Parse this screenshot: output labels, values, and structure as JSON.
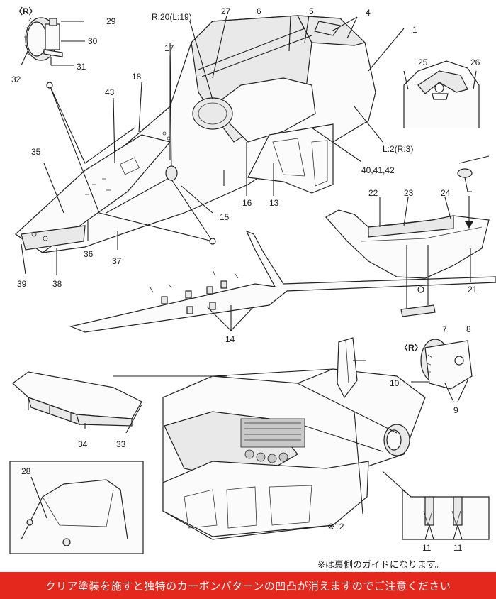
{
  "labels": {
    "r_top": "〈R〉",
    "r_right": "〈R〉",
    "n1": "1",
    "n4": "4",
    "n5": "5",
    "n6": "6",
    "n7": "7",
    "n8": "8",
    "n9": "9",
    "n10": "10",
    "n11a": "11",
    "n11b": "11",
    "n12": "※12",
    "n13": "13",
    "n14": "14",
    "n15": "15",
    "n16": "16",
    "n17": "17",
    "n18": "18",
    "n21": "21",
    "n22": "22",
    "n23": "23",
    "n24": "24",
    "n25": "25",
    "n26": "26",
    "n27": "27",
    "n28": "28",
    "n29": "29",
    "n30": "30",
    "n31": "31",
    "n32": "32",
    "n33": "33",
    "n34": "34",
    "n35": "35",
    "n36": "36",
    "n37": "37",
    "n38": "38",
    "n39": "39",
    "n43": "43",
    "r20": "R:20(L:19)",
    "l2": "L:2(R:3)",
    "n40": "40,41,42"
  },
  "note": "※は裏側のガイドになります。",
  "banner": "クリア塗装を施すと独特のカーボンパターンの凹凸が消えますのでご注意ください",
  "colors": {
    "banner_bg": "#e5281e",
    "banner_text": "#ffffff",
    "line": "#1e1e1e"
  }
}
